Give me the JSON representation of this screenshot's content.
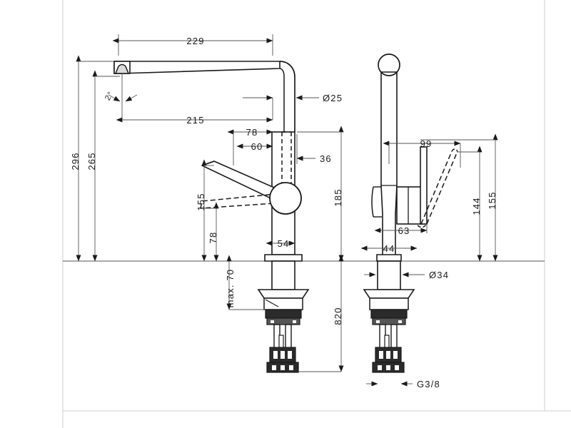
{
  "drawing": {
    "type": "technical-dimension-drawing",
    "subject": "single-lever kitchen mixer tap",
    "units": "mm",
    "views": [
      {
        "id": "front",
        "label": "front elevation"
      },
      {
        "id": "side",
        "label": "side elevation"
      }
    ]
  },
  "dimensions": {
    "spout_reach_total": "229",
    "spout_reach_inner": "215",
    "spout_tube_diameter": "Ø25",
    "spout_tilt_angle": "2°",
    "height_overall": "296",
    "height_spout_underside": "265",
    "height_to_spout_axis": "185",
    "handle_height_up": "155",
    "handle_height_down": "78",
    "body_offset_78": "78",
    "body_offset_60": "60",
    "body_offset_36": "36",
    "body_width_54": "54",
    "max_deck_thickness": "max. 70",
    "supply_hose_length": "820",
    "side_handle_reach": "99",
    "side_body_depth": "63",
    "side_column_width": "44",
    "side_handle_height_144": "144",
    "side_handle_height_155": "155",
    "shank_diameter": "Ø34",
    "connection_thread": "G3/8"
  },
  "labels": {
    "d229": "229",
    "d215": "215",
    "d25": "Ø25",
    "a2deg": "2°",
    "d296": "296",
    "d265": "265",
    "d185": "185",
    "d155": "155",
    "d78": "78",
    "d78b": "78",
    "d60": "60",
    "d36": "36",
    "d54": "54",
    "dmax70": "max. 70",
    "d820": "820",
    "d99": "99",
    "d63": "63",
    "d44": "44",
    "d144": "144",
    "d155b": "155",
    "d34": "Ø34",
    "g38": "G3/8"
  },
  "colors": {
    "line": "#1a1a1a",
    "dim_line": "#555555",
    "background": "#ffffff",
    "border": "#cfcfcf",
    "fill_dark": "#2b2b2b",
    "fill_mid": "#555555",
    "fill_light": "#ffffff"
  }
}
